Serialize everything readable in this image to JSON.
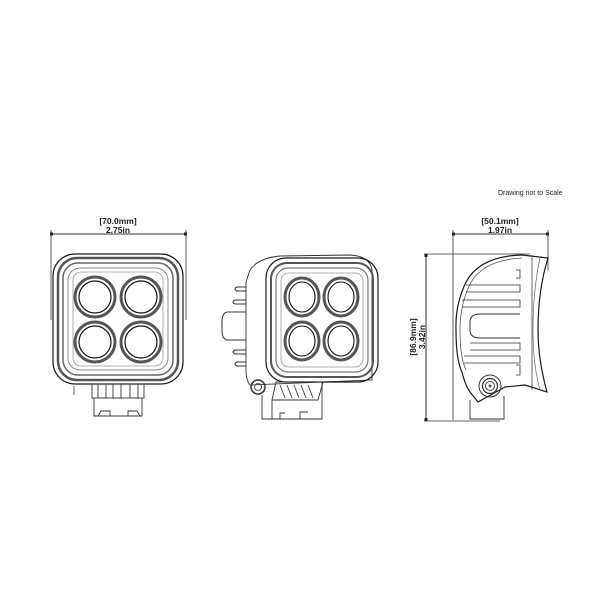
{
  "note": "Drawing not to Scale",
  "dimensions": {
    "width": {
      "mm": "[70.0mm]",
      "in": "2.75in"
    },
    "depth": {
      "mm": "[50.1mm]",
      "in": "1.97in"
    },
    "height": {
      "mm": "[86.9mm]",
      "in": "3.42in"
    }
  },
  "views": [
    {
      "name": "front-view",
      "description": "Square work light, front, 4 round LED lenses"
    },
    {
      "name": "isometric-view",
      "description": "Three-quarter view with heat-sink fins and mounting bracket"
    },
    {
      "name": "side-view",
      "description": "Side profile with cooling fins and pivot bolt"
    }
  ],
  "colors": {
    "line": "#1a1a1a",
    "light_line": "#777777",
    "background": "#ffffff"
  }
}
